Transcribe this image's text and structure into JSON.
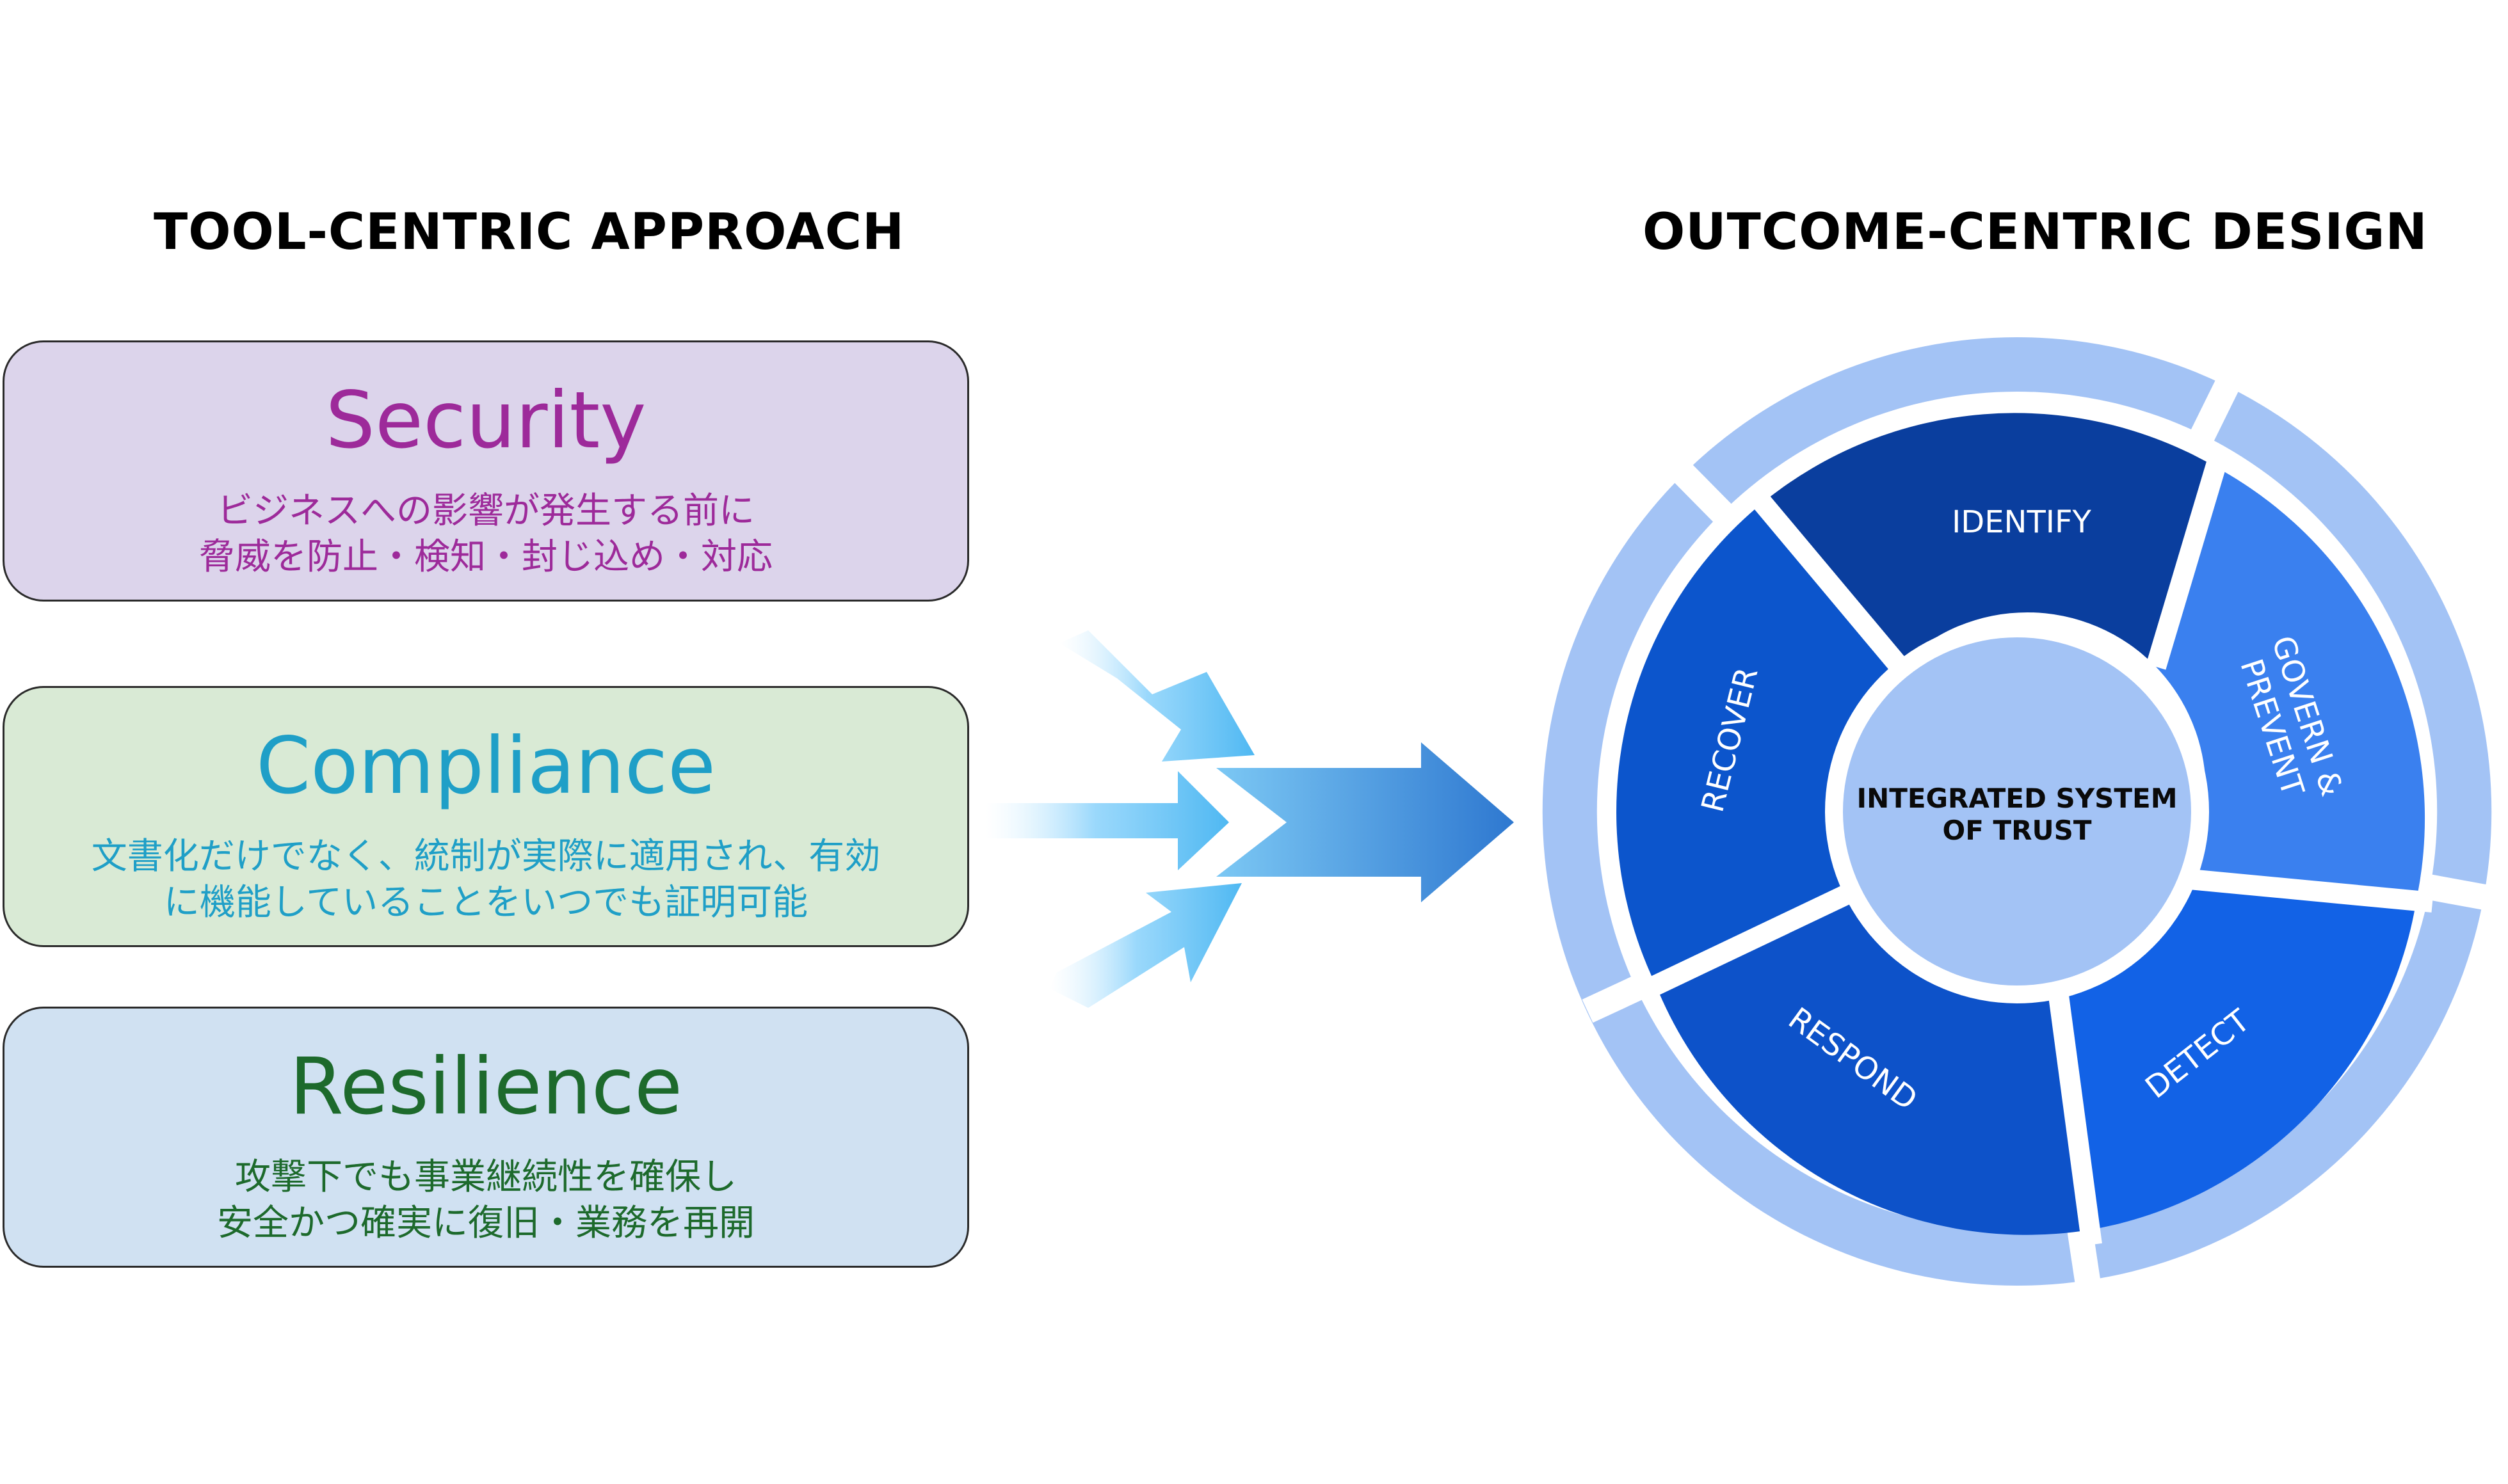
{
  "headings": {
    "left": "TOOL-CENTRIC APPROACH",
    "right": "OUTCOME-CENTRIC DESIGN"
  },
  "boxes": [
    {
      "title": "Security",
      "lines": [
        "ビジネスへの影響が発生する前に",
        "脅威を防止・検知・封じ込め・対応"
      ],
      "color": "#9d2a9a",
      "bg": "#dcd4eb"
    },
    {
      "title": "Compliance",
      "lines": [
        "文書化だけでなく、統制が実際に適用され、有効",
        "に機能していることをいつでも証明可能"
      ],
      "color": "#1f9fc7",
      "bg": "#d9ead5"
    },
    {
      "title": "Resilience",
      "lines": [
        "攻撃下でも事業継続性を確保し",
        "安全かつ確実に復旧・業務を再開"
      ],
      "color": "#1d6a2c",
      "bg": "#d0e1f2"
    }
  ],
  "wheel": {
    "center": [
      "INTEGRATED SYSTEM",
      "OF TRUST"
    ],
    "segments": {
      "identify": "IDENTIFY",
      "govern": [
        "GOVERN &",
        "PREVENT"
      ],
      "detect": "DETECT",
      "respond": "RESPOND",
      "recover": "RECOVER"
    },
    "colors": {
      "identify": "#0a3e9e",
      "govern": "#3a80ef",
      "detect": "#1262e6",
      "respond": "#0d52c9",
      "recover": "#0c55cc",
      "outer_ring": "#a3c3f5",
      "center": "#a3c3f5"
    }
  },
  "arrow_icon": "converging-arrows-icon"
}
